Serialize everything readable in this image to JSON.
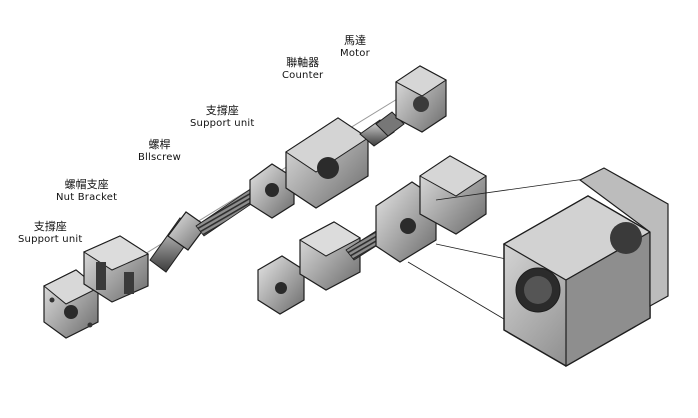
{
  "labels": {
    "motor": {
      "zh": "馬達",
      "en": "Motor"
    },
    "coupler": {
      "zh": "聯軸器",
      "en": "Counter"
    },
    "support_top": {
      "zh": "支撐座",
      "en": "Support unit"
    },
    "ballscrew": {
      "zh": "螺桿",
      "en": "Bllscrew"
    },
    "nut_bracket": {
      "zh": "螺帽支座",
      "en": "Nut Bracket"
    },
    "support_left": {
      "zh": "支撐座",
      "en": "Support unit"
    }
  },
  "colors": {
    "metal_top": "#c9c9c9",
    "metal_side": "#8a8a8a",
    "metal_dark": "#4a4a4a",
    "outline": "#1e1e1e",
    "shaft": "#b0b0b0"
  }
}
